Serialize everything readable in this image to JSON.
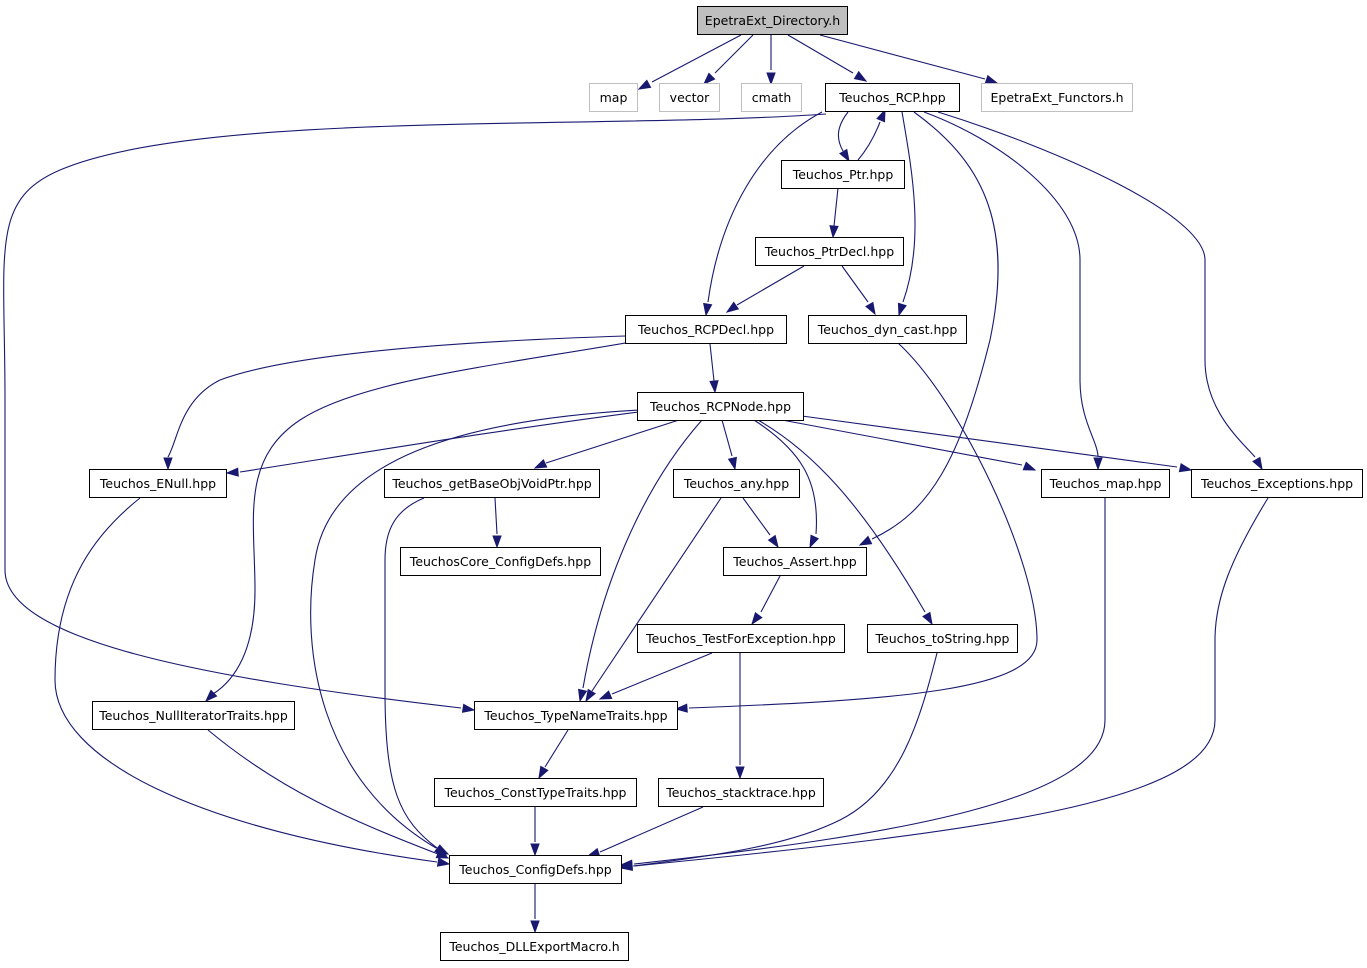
{
  "graph": {
    "colors": {
      "edge": "#191970",
      "root_fill": "#bfbfbf",
      "ext_border": "#bfbfbf",
      "node_border": "#000000"
    },
    "nodes": {
      "root": "EpetraExt_Directory.h",
      "map": "map",
      "vector": "vector",
      "cmath": "cmath",
      "rcp": "Teuchos_RCP.hpp",
      "functors": "EpetraExt_Functors.h",
      "ptr": "Teuchos_Ptr.hpp",
      "ptrdecl": "Teuchos_PtrDecl.hpp",
      "rcpdecl": "Teuchos_RCPDecl.hpp",
      "dyncast": "Teuchos_dyn_cast.hpp",
      "rcpnode": "Teuchos_RCPNode.hpp",
      "enull": "Teuchos_ENull.hpp",
      "getbase": "Teuchos_getBaseObjVoidPtr.hpp",
      "any": "Teuchos_any.hpp",
      "tmap": "Teuchos_map.hpp",
      "exceptions": "Teuchos_Exceptions.hpp",
      "coreconfig": "TeuchosCore_ConfigDefs.hpp",
      "assert": "Teuchos_Assert.hpp",
      "testexc": "Teuchos_TestForException.hpp",
      "tostring": "Teuchos_toString.hpp",
      "nulliter": "Teuchos_NullIteratorTraits.hpp",
      "typename": "Teuchos_TypeNameTraits.hpp",
      "consttype": "Teuchos_ConstTypeTraits.hpp",
      "stacktrace": "Teuchos_stacktrace.hpp",
      "configdefs": "Teuchos_ConfigDefs.hpp",
      "dllexport": "Teuchos_DLLExportMacro.h"
    }
  }
}
